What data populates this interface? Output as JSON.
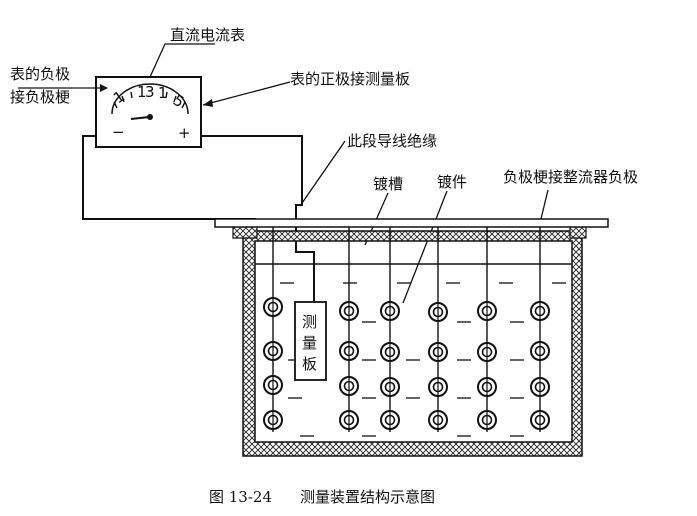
{
  "labels": {
    "ammeter": "直流电流表",
    "neg_line1": "表的负极",
    "neg_line2": "接负极梗",
    "pos": "表的正极接测量板",
    "insulated": "此段导线绝缘",
    "tank": "镀槽",
    "part": "镀件",
    "rail": "负极梗接整流器负极",
    "plate_1": "测",
    "plate_2": "量",
    "plate_3": "板"
  },
  "meter": {
    "minus": "−",
    "plus": "+",
    "ticks": [
      "1",
      "1",
      "3",
      "1",
      "5"
    ]
  },
  "caption": {
    "figure": "图 13-24",
    "title": "测量装置结构示意图"
  }
}
